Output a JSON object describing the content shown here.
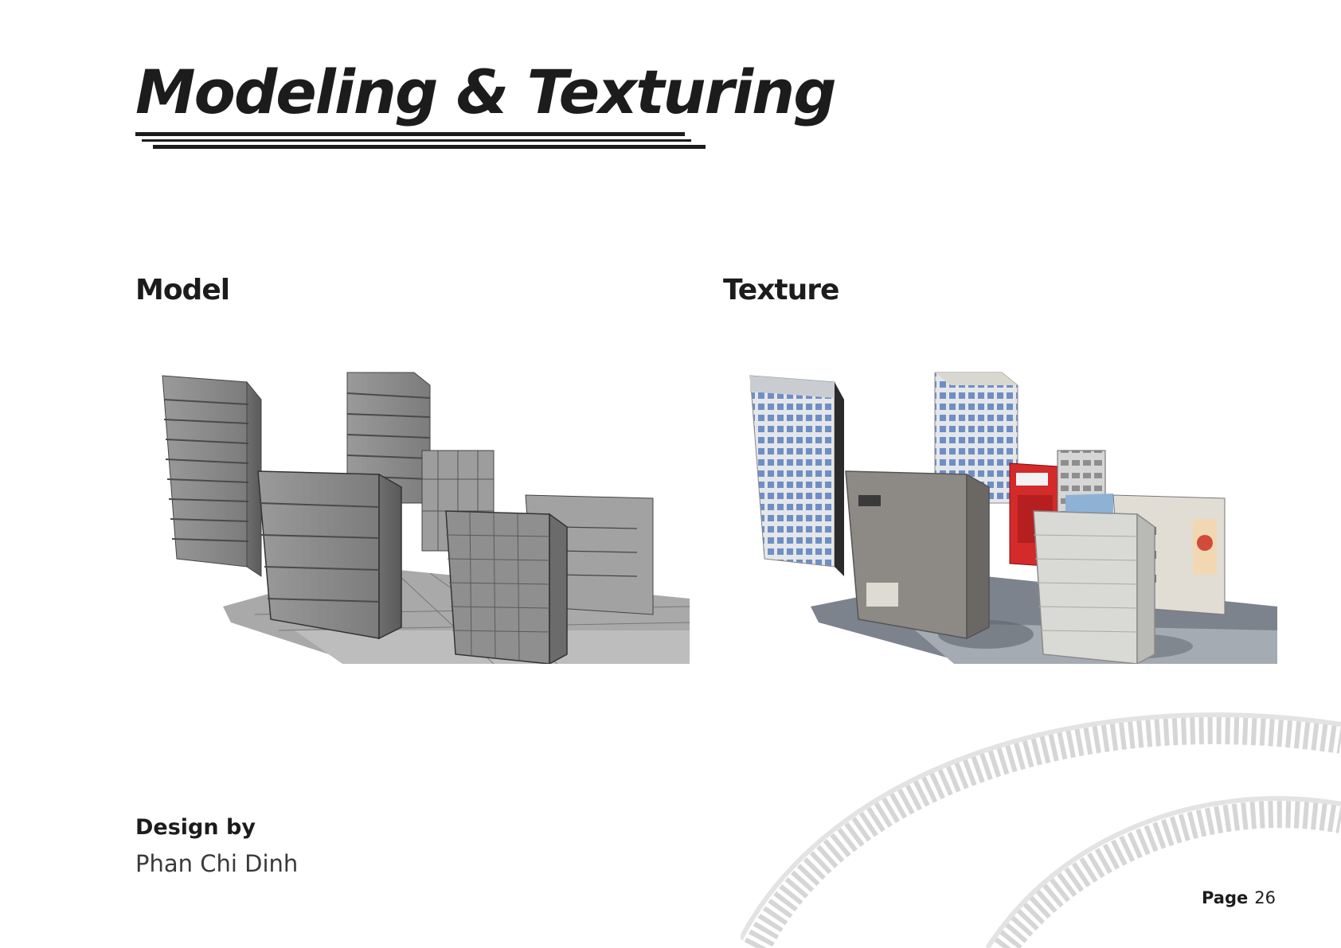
{
  "page": {
    "title": "Modeling & Texturing",
    "sections": {
      "model_label": "Model",
      "texture_label": "Texture"
    },
    "credit": {
      "label": "Design by",
      "name": "Phan Chi Dinh"
    },
    "page_number": {
      "label": "Page",
      "value": "26"
    }
  },
  "colors": {
    "text": "#1c1c1c",
    "model_gray": "#8a8a8a",
    "texture_blue": "#6f8fc4",
    "sign_red": "#d42a2a"
  },
  "icons": {
    "decoration": "tire-track-icon"
  }
}
